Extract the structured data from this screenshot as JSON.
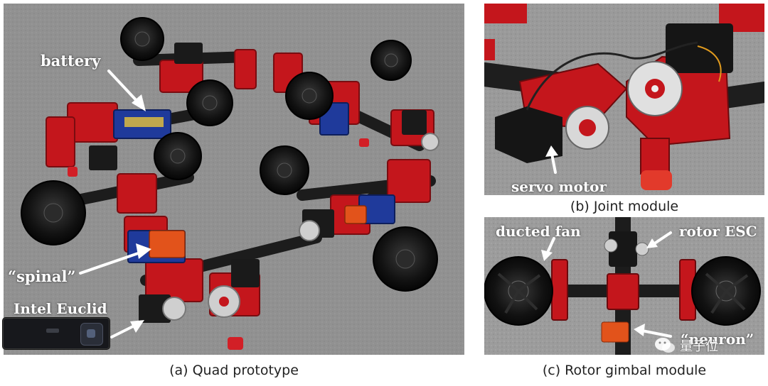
{
  "panels": {
    "a": {
      "caption": "(a) Quad prototype",
      "labels": {
        "battery": "battery",
        "spinal": "“spinal”",
        "euclid": "Intel Euclid"
      }
    },
    "b": {
      "caption": "(b) Joint module",
      "labels": {
        "servo": "servo motor"
      }
    },
    "c": {
      "caption": "(c) Rotor gimbal module",
      "labels": {
        "fan": "ducted fan",
        "esc": "rotor ESC",
        "neuron": "“neuron”"
      }
    }
  },
  "watermark": {
    "text": "量子位",
    "icon": "wechat-icon"
  },
  "colors": {
    "frame_red": "#c4161c",
    "fan_black": "#141414",
    "floor": "#8f8f8f",
    "carbon": "#1e1e1e"
  }
}
